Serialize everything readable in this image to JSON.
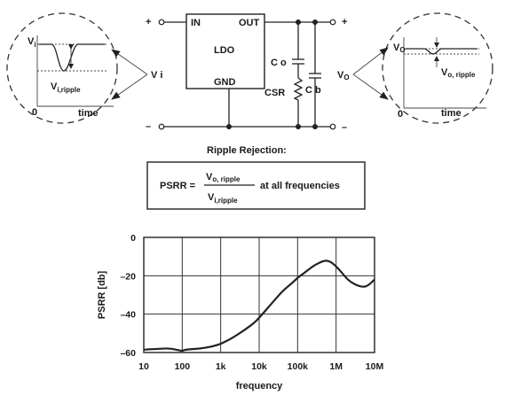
{
  "circuit": {
    "plus_left": "+",
    "minus_left": "–",
    "plus_right": "+",
    "minus_right": "–",
    "ldo_in": "IN",
    "ldo_out": "OUT",
    "ldo_name": "LDO",
    "ldo_gnd": "GND",
    "co": "C o",
    "cb": "C b",
    "csr": "CSR",
    "vi": "V i",
    "vo_v": "V",
    "vo_sub": "O"
  },
  "left_inset": {
    "v": "V",
    "v_sub": "i",
    "ripple_v": "V",
    "ripple_sub": "i,ripple",
    "origin": "0",
    "time": "time"
  },
  "right_inset": {
    "v": "V",
    "v_sub": "O",
    "ripple": "V",
    "ripple_sub": "o, ripple",
    "origin": "0",
    "time": "time"
  },
  "formula": {
    "title": "Ripple Rejection:",
    "lhs": "PSRR =",
    "num_v": "V",
    "num_sub": "o, ripple",
    "den_v": "V",
    "den_sub": "i,ripple",
    "rhs": "at all frequencies"
  },
  "chart_data": {
    "type": "line",
    "xlabel": "frequency",
    "ylabel": "PSRR [db]",
    "xscale": "log",
    "xlim": [
      10,
      10000000
    ],
    "ylim": [
      -60,
      0
    ],
    "x_ticks": [
      10,
      100,
      1000,
      10000,
      100000,
      1000000,
      10000000
    ],
    "x_tick_labels": [
      "10",
      "100",
      "1k",
      "10k",
      "100k",
      "1M",
      "10M"
    ],
    "y_ticks": [
      0,
      -20,
      -40,
      -60
    ],
    "y_tick_labels": [
      "0",
      "–20",
      "–40",
      "–60"
    ],
    "grid": true,
    "series": [
      {
        "x": [
          10,
          20,
          40,
          60,
          80,
          100,
          120,
          200,
          400,
          700,
          1000,
          2000,
          4000,
          7000,
          10000,
          20000,
          40000,
          70000,
          100000,
          150000,
          200000,
          300000,
          500000,
          700000,
          1000000,
          1500000,
          2000000,
          3000000,
          5000000,
          7000000,
          10000000
        ],
        "y": [
          -58.5,
          -58.2,
          -57.8,
          -58.2,
          -58.8,
          -59.2,
          -58.5,
          -58.2,
          -57.6,
          -56.5,
          -55.5,
          -52.5,
          -48.5,
          -45,
          -42,
          -35,
          -28,
          -24,
          -21,
          -18.5,
          -16.5,
          -14,
          -12,
          -12.5,
          -15,
          -19,
          -22,
          -24.5,
          -26,
          -25,
          -22
        ]
      }
    ]
  }
}
